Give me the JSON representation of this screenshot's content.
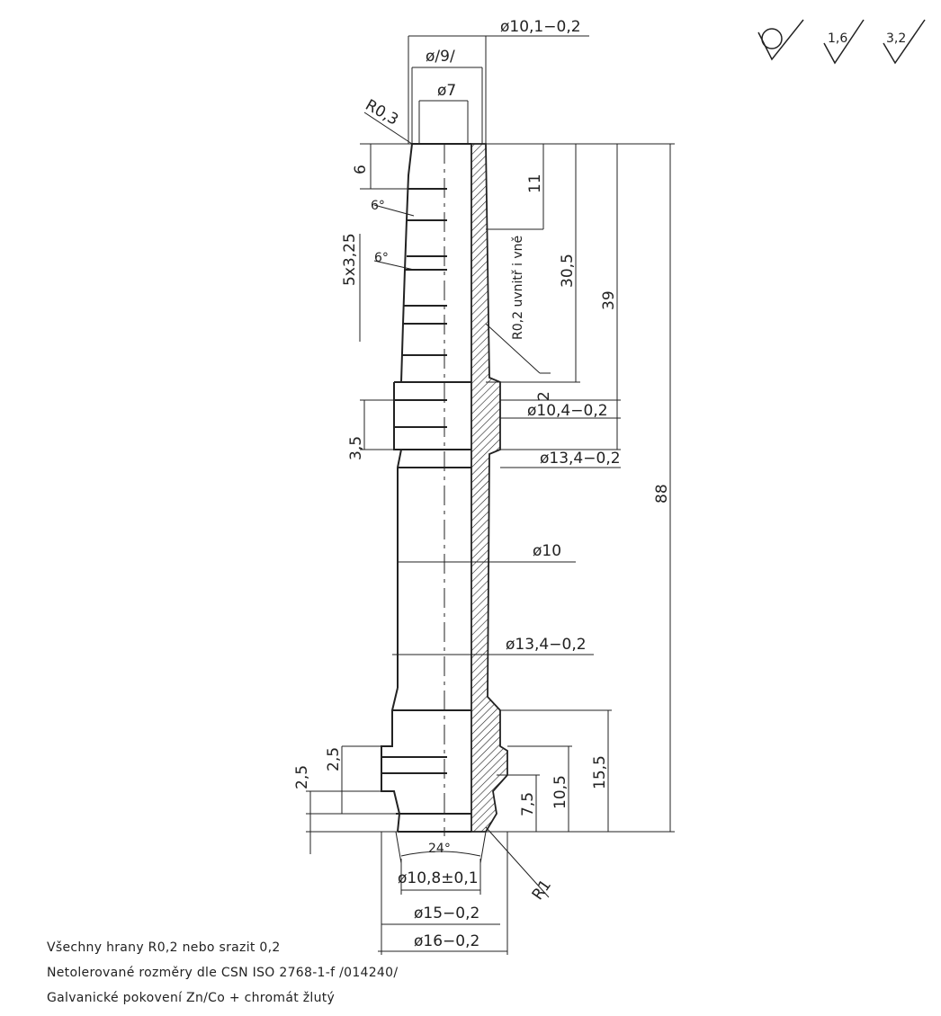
{
  "surface_finish": [
    "1,6",
    "3,2"
  ],
  "dimensions": {
    "top_outer": "ø10,1−0,2",
    "top_mid": "ø/9/",
    "top_inner": "ø7",
    "top_radius": "R0,3",
    "barb_len": "6",
    "angle1": "6°",
    "angle2": "6°",
    "barb_count": "5x3,25",
    "len_11": "11",
    "len_30_5": "30,5",
    "len_39": "39",
    "len_88": "88",
    "radius_inside": "R0,2 uvnitř i vně",
    "groove_2": "2",
    "groove_dia": "ø10,4−0,2",
    "collar_dia": "ø13,4−0,2",
    "collar_width": "3,5",
    "shaft_dia": "ø10",
    "lower_collar_dia": "ø13,4−0,2",
    "bottom_15_5": "15,5",
    "bottom_10_5": "10,5",
    "bottom_7_5": "7,5",
    "left_2_5_a": "2,5",
    "left_2_5_b": "2,5",
    "angle_bottom": "24°",
    "bottom_inner": "ø10,8±0,1",
    "bottom_15": "ø15−0,2",
    "bottom_16": "ø16−0,2",
    "radius_bottom": "R1"
  },
  "notes": [
    "Všechny hrany R0,2 nebo srazit 0,2",
    "Netolerované rozměry dle CSN ISO 2768-1-f /014240/",
    "Galvanické pokovení Zn/Co + chromát žlutý"
  ]
}
